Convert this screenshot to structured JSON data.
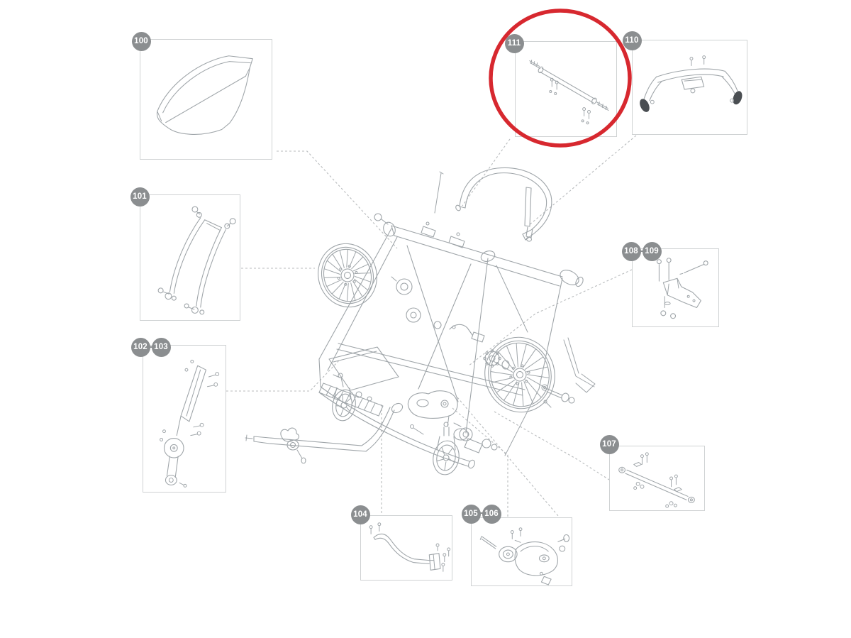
{
  "diagram": {
    "type": "exploded-parts-diagram",
    "colors": {
      "badge": "#8b8e90",
      "badge_text": "#ffffff",
      "box_border": "#cfd2d3",
      "leader_line": "#b8bbbd",
      "artwork": "#9fa5a9",
      "highlight": "#d7282f",
      "background": "#ffffff"
    },
    "callouts": [
      {
        "id": "100",
        "labels": [
          "100"
        ]
      },
      {
        "id": "101",
        "labels": [
          "101"
        ]
      },
      {
        "id": "102-103",
        "labels": [
          "102",
          "103"
        ]
      },
      {
        "id": "104",
        "labels": [
          "104"
        ]
      },
      {
        "id": "105-106",
        "labels": [
          "105",
          "106"
        ]
      },
      {
        "id": "107",
        "labels": [
          "107"
        ]
      },
      {
        "id": "108-109",
        "labels": [
          "108",
          "109"
        ]
      },
      {
        "id": "110",
        "labels": [
          "110"
        ]
      },
      {
        "id": "111",
        "labels": [
          "111"
        ],
        "highlighted": true
      }
    ]
  }
}
